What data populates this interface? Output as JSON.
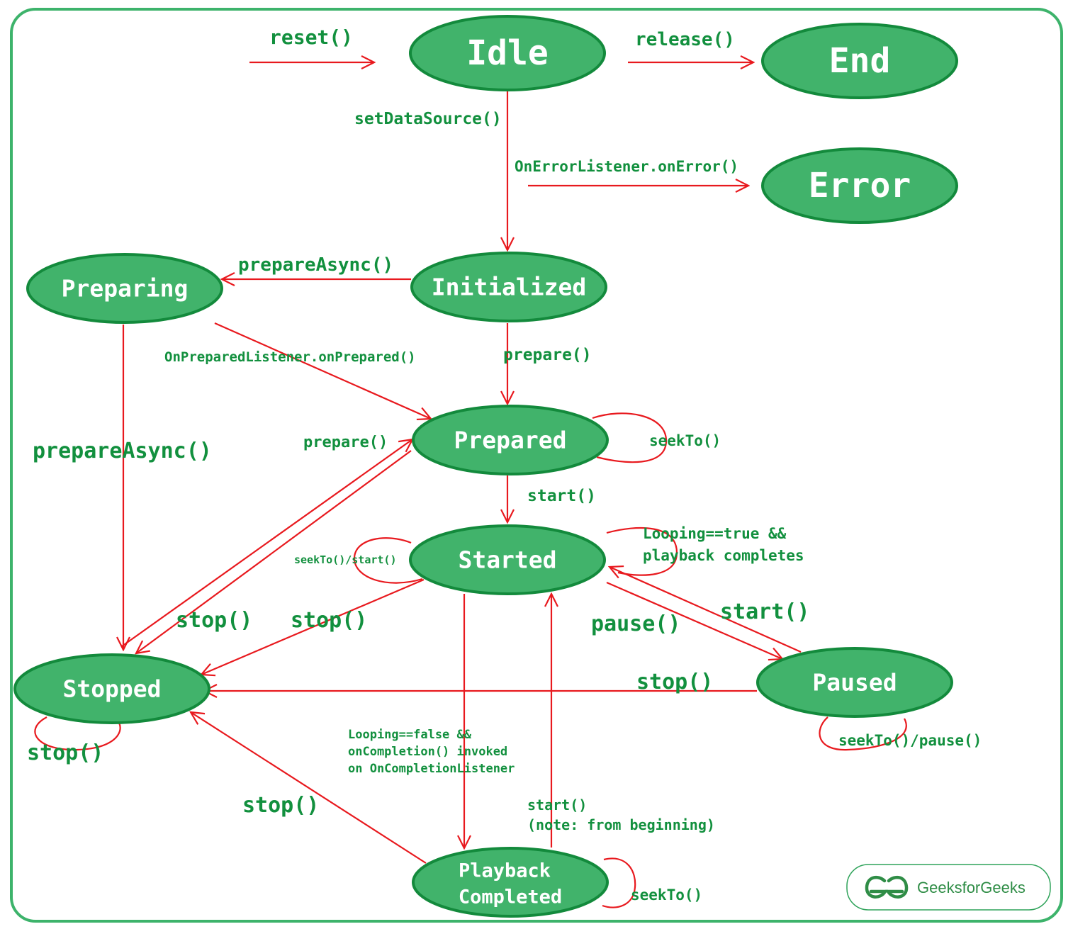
{
  "colors": {
    "state_fill": "#41b36b",
    "state_stroke": "#138a3c",
    "state_text": "#ffffff",
    "edge": "#e8191e",
    "label": "#12903e",
    "frame": "#3db36b"
  },
  "states": {
    "idle": "Idle",
    "end": "End",
    "error": "Error",
    "preparing": "Preparing",
    "initialized": "Initialized",
    "prepared": "Prepared",
    "started": "Started",
    "stopped": "Stopped",
    "paused": "Paused",
    "playback_completed_line1": "Playback",
    "playback_completed_line2": "Completed"
  },
  "transitions": {
    "reset": "reset()",
    "release": "release()",
    "set_data_source": "setDataSource()",
    "on_error": "OnErrorListener.onError()",
    "prepare_async_top": "prepareAsync()",
    "on_prepared": "OnPreparedListener.onPrepared()",
    "prepare_from_initialized": "prepare()",
    "prepare_async_left": "prepareAsync()",
    "prepare_from_stopped": "prepare()",
    "seek_to_prepared": "seekTo()",
    "start_from_prepared": "start()",
    "looping_true_line1": "Looping==true &&",
    "looping_true_line2": "playback completes",
    "seek_start_self": "seekTo()/start()",
    "stop_from_prepared": "stop()",
    "stop_from_started": "stop()",
    "pause": "pause()",
    "start_from_paused": "start()",
    "stop_from_paused": "stop()",
    "stop_self": "stop()",
    "seek_pause_self": "seekTo()/pause()",
    "looping_false_line1": "Looping==false &&",
    "looping_false_line2": "onCompletion() invoked",
    "looping_false_line3": "on OnCompletionListener",
    "stop_from_completed": "stop()",
    "start_from_completed_line1": "start()",
    "start_from_completed_line2": "(note: from beginning)",
    "seek_to_completed": "seekTo()"
  },
  "brand": {
    "logo_icon": "geeksforgeeks-logo-icon",
    "name": "GeeksforGeeks"
  }
}
